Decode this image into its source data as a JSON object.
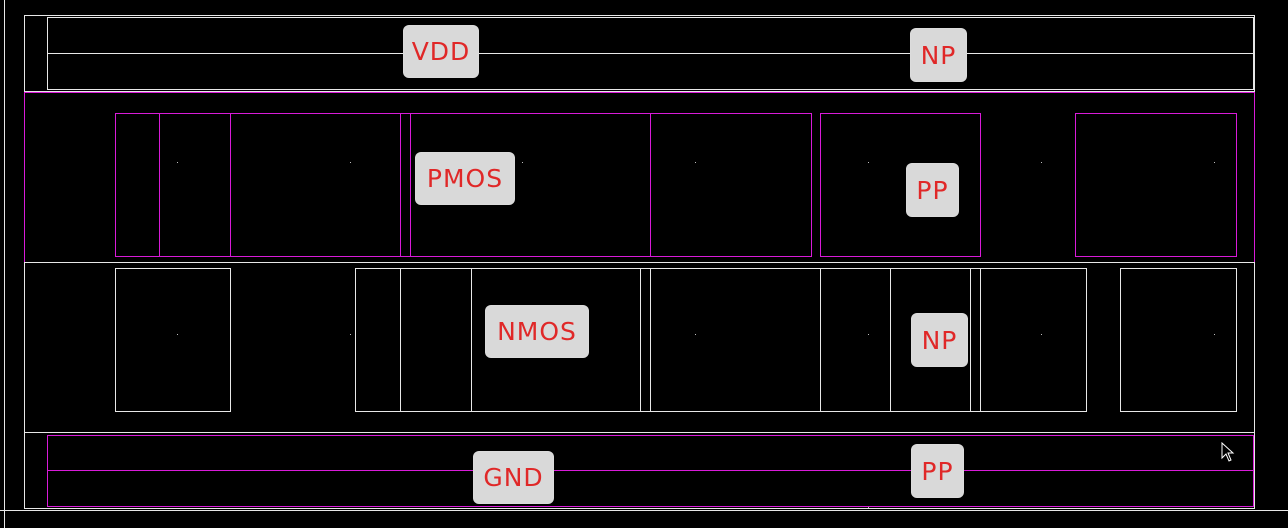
{
  "colors": {
    "background": "#000000",
    "white_outline": "#e8e8e8",
    "magenta_outline": "#d91bd9",
    "label_bg": "#d9d9d9",
    "label_text": "#e02828"
  },
  "labels": {
    "vdd": "VDD",
    "np_top": "NP",
    "pmos": "PMOS",
    "pp_top": "PP",
    "nmos": "NMOS",
    "np_bottom": "NP",
    "gnd": "GND",
    "pp_bottom": "PP"
  },
  "cursor_icon": "arrow-cursor-icon"
}
